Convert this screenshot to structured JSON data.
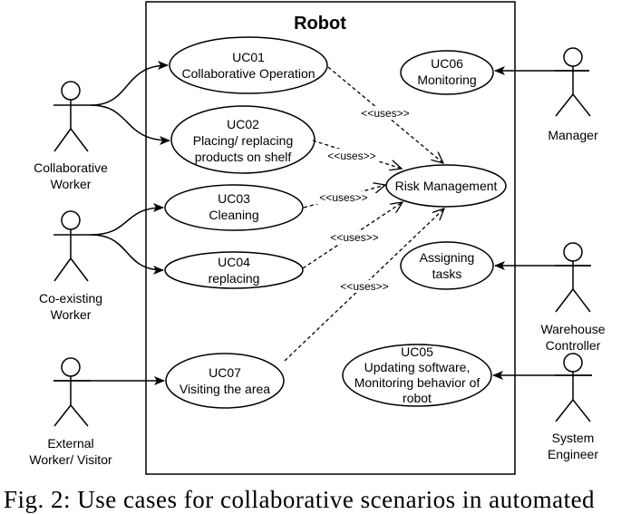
{
  "system": {
    "title": "Robot"
  },
  "use_cases": {
    "uc01": {
      "id": "UC01",
      "label": "Collaborative Operation"
    },
    "uc02": {
      "id": "UC02",
      "line1": "Placing/ replacing",
      "line2": "products on shelf"
    },
    "uc03": {
      "id": "UC03",
      "label": "Cleaning"
    },
    "uc04": {
      "id": "UC04",
      "label": "replacing"
    },
    "uc05": {
      "id": "UC05",
      "line1": "Updating software,",
      "line2": "Monitoring behavior of",
      "line3": "robot"
    },
    "uc06": {
      "id": "UC06",
      "label": "Monitoring"
    },
    "uc07": {
      "id": "UC07",
      "label": "Visiting the area"
    },
    "risk": {
      "label": "Risk Management"
    },
    "assign": {
      "line1": "Assigning",
      "line2": "tasks"
    }
  },
  "relations": {
    "uses_label": "<<uses>>"
  },
  "actors": {
    "collaborative": {
      "line1": "Collaborative",
      "line2": "Worker"
    },
    "coexisting": {
      "line1": "Co-existing",
      "line2": "Worker"
    },
    "external": {
      "line1": "External",
      "line2": "Worker/ Visitor"
    },
    "manager": {
      "line1": "Manager"
    },
    "warehouse": {
      "line1": "Warehouse",
      "line2": "Controller"
    },
    "engineer": {
      "line1": "System",
      "line2": "Engineer"
    }
  },
  "caption": "Fig. 2: Use cases for collaborative scenarios in automated"
}
